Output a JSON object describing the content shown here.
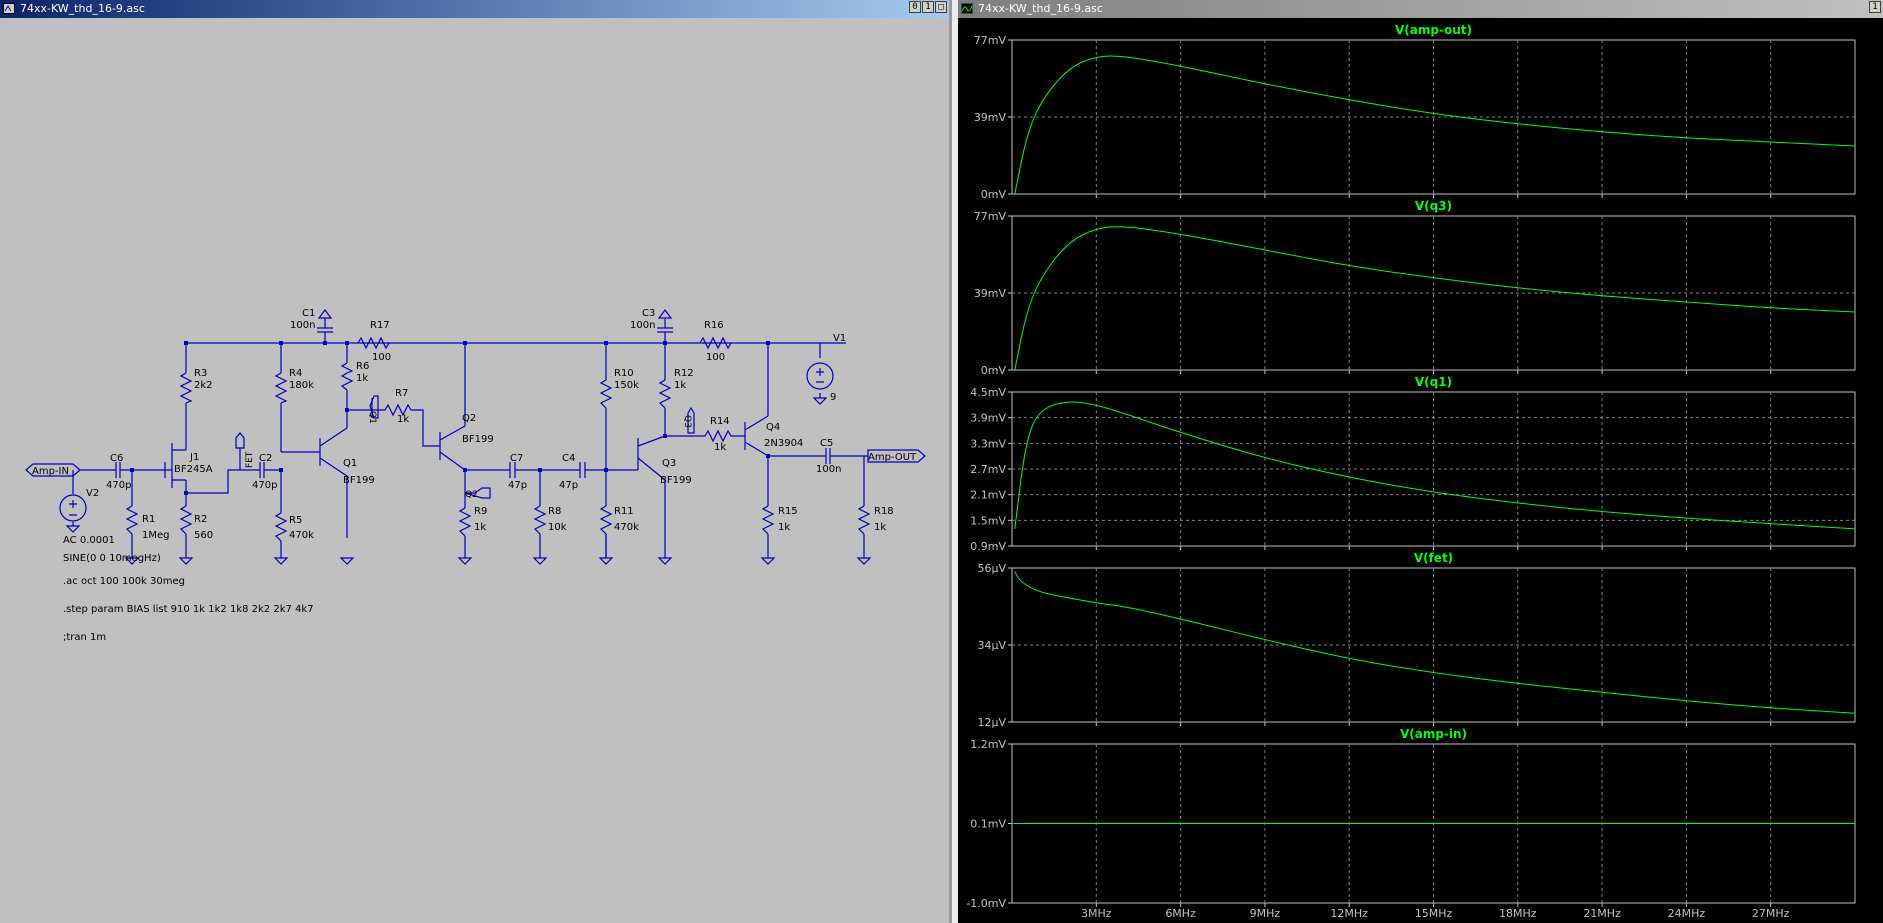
{
  "schematic": {
    "title": "74xx-KW_thd_16-9.asc",
    "buttons": [
      "0",
      "1",
      "□"
    ],
    "labels": {
      "c1": "C1",
      "c1v": "100n",
      "r17": "R17",
      "r17v": "100",
      "c3": "C3",
      "c3v": "100n",
      "r16": "R16",
      "r16v": "100",
      "v1": "V1",
      "v1v": "9",
      "r3": "R3",
      "r3v": "2k2",
      "r4": "R4",
      "r4v": "180k",
      "r6": "R6",
      "r6v": "1k",
      "r7": "R7",
      "r7v": "1k",
      "q2": "Q2",
      "q2v": "BF199",
      "r10": "R10",
      "r10v": "150k",
      "r12": "R12",
      "r12v": "1k",
      "r14": "R14",
      "r14v": "1k",
      "q4": "Q4",
      "q4v": "2N3904",
      "ampin": "Amp-IN",
      "c6": "C6",
      "c6v": "470p",
      "j1": "J1",
      "j1v": "BF245A",
      "fet": "FET",
      "c2": "C2",
      "c2v": "470p",
      "q1": "Q1",
      "q1v": "BF199",
      "q1flag": "Q1",
      "c7": "C7",
      "c7v": "47p",
      "c4": "C4",
      "c4v": "47p",
      "q3": "Q3",
      "q3v": "BF199",
      "q3flag": "Q3",
      "c5": "C5",
      "c5v": "100n",
      "ampout": "Amp-OUT",
      "v2": "V2",
      "r1": "R1",
      "r1v": "1Meg",
      "r2": "R2",
      "r2v": "560",
      "r5": "R5",
      "r5v": "470k",
      "q2flag": "Q2",
      "r9": "R9",
      "r9v": "1k",
      "r8": "R8",
      "r8v": "10k",
      "r11": "R11",
      "r11v": "470k",
      "r15": "R15",
      "r15v": "1k",
      "r18": "R18",
      "r18v": "1k"
    },
    "directives": {
      "ac": "AC 0.0001",
      "sine": "SINE(0 0 10megHz)",
      "acsweep": ".ac oct 100 100k 30meg",
      "step": ".step param BIAS list  910 1k 1k2 1k8 2k2 2k7 4k7",
      "tran": ";tran 1m"
    },
    "colors": {
      "wire": "#0000c0",
      "background": "#c0c0c0"
    }
  },
  "waveform": {
    "title": "74xx-KW_thd_16-9.asc",
    "buttons": [
      "1"
    ],
    "colors": {
      "trace": "#00ff00",
      "title": "#00ff00",
      "grid": "#808080",
      "background": "#000000"
    }
  },
  "chart_data": [
    {
      "type": "line",
      "title": "V(amp-out)",
      "ylim": [
        0,
        77
      ],
      "yticks": [
        "77mV",
        "39mV",
        "0mV"
      ],
      "x": [
        0.1,
        0.5,
        1,
        2,
        3,
        4,
        6,
        9,
        12,
        15,
        18,
        21,
        24,
        27,
        30
      ],
      "series": [
        {
          "values": [
            0,
            28,
            46,
            63,
            69,
            69,
            64,
            55,
            47,
            40,
            35,
            31,
            28,
            26,
            24
          ]
        }
      ]
    },
    {
      "type": "line",
      "title": "V(q3)",
      "ylim": [
        0,
        77
      ],
      "yticks": [
        "77mV",
        "39mV",
        "0mV"
      ],
      "x": [
        0.1,
        0.5,
        1,
        2,
        3,
        4,
        6,
        9,
        12,
        15,
        18,
        21,
        24,
        27,
        30
      ],
      "series": [
        {
          "values": [
            0,
            28,
            46,
            64,
            71,
            72,
            68,
            60,
            52,
            46,
            41,
            37,
            34,
            31,
            29
          ]
        }
      ]
    },
    {
      "type": "line",
      "title": "V(q1)",
      "ylim": [
        0.9,
        4.5
      ],
      "yticks": [
        "4.5mV",
        "3.9mV",
        "3.3mV",
        "2.7mV",
        "2.1mV",
        "1.5mV",
        "0.9mV"
      ],
      "x": [
        0.1,
        0.5,
        1,
        2,
        3,
        4,
        6,
        9,
        12,
        15,
        18,
        21,
        24,
        27,
        30
      ],
      "series": [
        {
          "values": [
            1.3,
            3.4,
            4.1,
            4.3,
            4.2,
            4.0,
            3.55,
            2.95,
            2.5,
            2.15,
            1.9,
            1.7,
            1.55,
            1.42,
            1.3
          ]
        }
      ]
    },
    {
      "type": "line",
      "title": "V(fet)",
      "ylim": [
        12,
        56
      ],
      "yticks": [
        "56µV",
        "34µV",
        "12µV"
      ],
      "x": [
        0.1,
        0.3,
        1,
        2,
        3,
        4,
        6,
        9,
        12,
        15,
        18,
        21,
        24,
        27,
        30
      ],
      "series": [
        {
          "values": [
            55,
            52,
            49,
            47.5,
            46,
            45,
            41.5,
            35.5,
            30,
            26,
            23,
            20.5,
            18,
            16,
            14.5
          ]
        }
      ]
    },
    {
      "type": "line",
      "title": "V(amp-in)",
      "ylim": [
        -1.0,
        1.2
      ],
      "yticks": [
        "1.2mV",
        "0.1mV",
        "-1.0mV"
      ],
      "x": [
        0.1,
        30
      ],
      "series": [
        {
          "values": [
            0.1,
            0.1
          ]
        }
      ]
    }
  ],
  "x_axis": {
    "ticks": [
      "3MHz",
      "6MHz",
      "9MHz",
      "12MHz",
      "15MHz",
      "18MHz",
      "21MHz",
      "24MHz",
      "27MHz"
    ],
    "values": [
      3,
      6,
      9,
      12,
      15,
      18,
      21,
      24,
      27
    ],
    "range": [
      0,
      30
    ]
  }
}
